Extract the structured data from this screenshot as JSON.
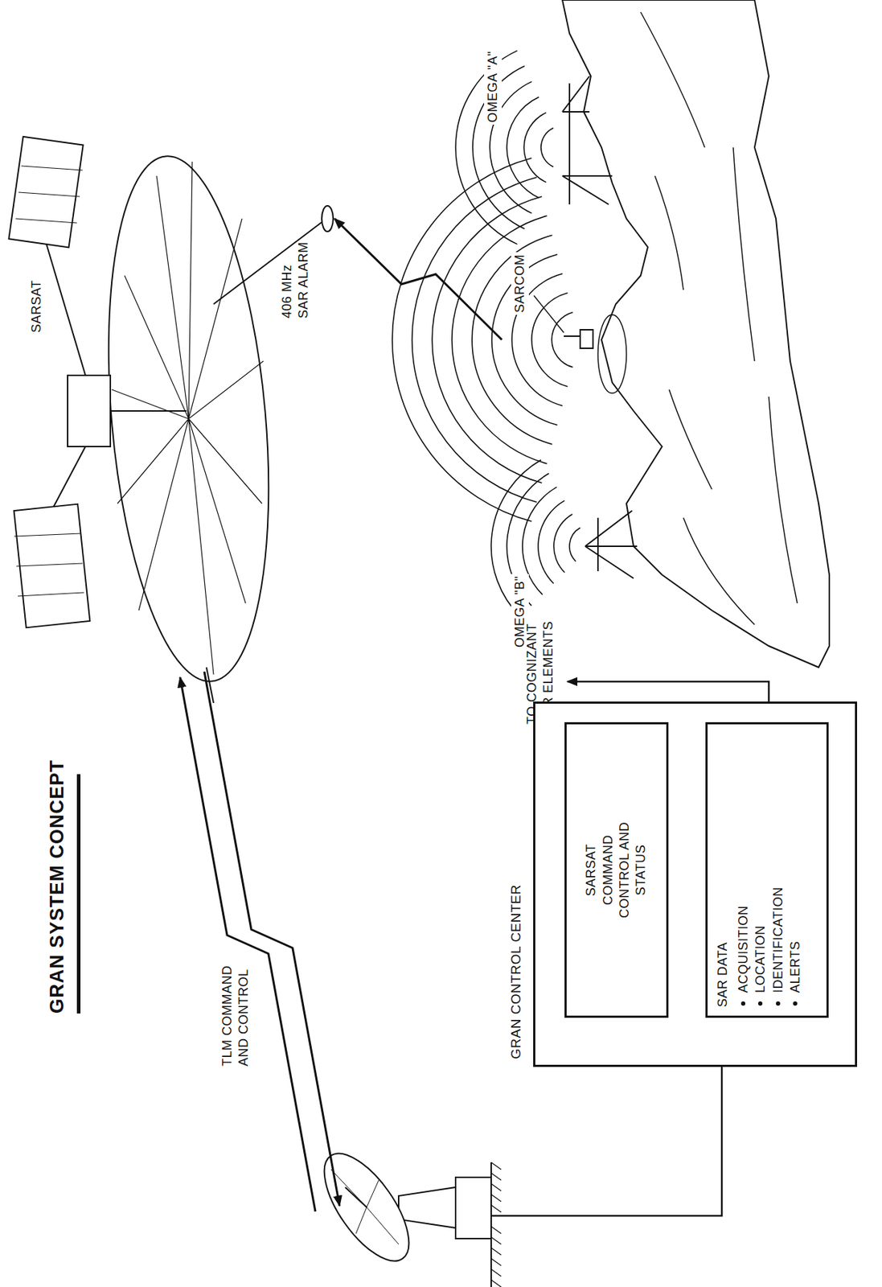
{
  "diagram": {
    "title": "GRAN SYSTEM CONCEPT",
    "nodes": [
      {
        "text": [
          "GRAN CONTROL CENTER"
        ]
      },
      {
        "text": [
          "SARSAT COMMAND CONTROL AND STATUS"
        ],
        "in": 0
      },
      {
        "text": [
          "SAR DATA",
          "ACQUISITION",
          "LOCATION",
          "IDENTIFICATION",
          "ALERTS"
        ],
        "in": 0
      }
    ],
    "edges": [
      {
        "from": 1,
        "to": 2,
        "arrow": "none"
      }
    ],
    "labels": [
      "TLM COMMAND AND CONTROL",
      "SARSAT",
      "406 MHz SAR ALARM",
      "SARCOM",
      "OMEGA \"B\"",
      "OMEGA \"A\"",
      "TO COGNIZANT SAR ELEMENTS"
    ]
  }
}
